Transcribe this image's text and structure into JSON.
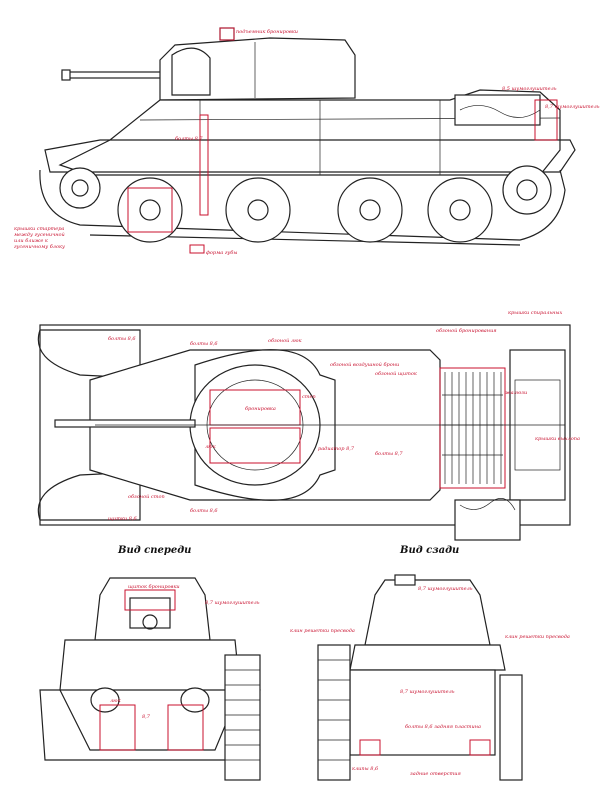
{
  "views": {
    "front_title": "Вид спереди",
    "rear_title": "Вид сзади"
  },
  "labels": {
    "top_periscope": "подъемник бронировки",
    "side_bolt_1": "болты 8,7",
    "side_bolt_2": "8,5 шумоглушитель",
    "side_bolt_3": "8,7 шумоглушитель",
    "side_left_note_1": "крышки стартера",
    "side_left_note_2": "между гусеничной",
    "side_left_note_3": "или ближе к",
    "side_left_note_4": "гусеничному блоку",
    "side_bottom": "форма губы",
    "plan_bolts_1": "болты 8,6",
    "plan_bolts_2": "болты 8,6",
    "plan_bolts_3": "болты 8,6",
    "plan_hatch": "обзоной люк",
    "plan_air": "обзоной воздушной брони",
    "plan_bronir": "бронировка",
    "plan_hatch2": "люк",
    "plan_step": "степ",
    "plan_rad": "радиатор 8,7",
    "plan_cover": "обзоной бронирования",
    "plan_shutters": "крышки спиральных",
    "plan_louvers": "жалюзи",
    "plan_bolts_4": "болты 8,7",
    "plan_observ": "обзоной щиток",
    "plan_rear_note": "крышки выхлопа",
    "plan_fender": "щитки 8,6",
    "plan_cap": "обзоной стоп",
    "front_lbl_1": "щиток бронировки",
    "front_lbl_2": "8,7 шумоглушитель",
    "front_lbl_3": "люк",
    "front_lbl_4": "8,7",
    "rear_lbl_1": "8,7 шумоглушитель",
    "rear_lbl_2": "клин решетки пресвода",
    "rear_lbl_3": "клин решетки пресвода",
    "rear_lbl_4": "8,7 шумоглушитель",
    "rear_lbl_5": "болты 8,6 задняя пластина",
    "rear_lbl_6": "клипы 8,6",
    "rear_lbl_7": "задние отверстия"
  }
}
